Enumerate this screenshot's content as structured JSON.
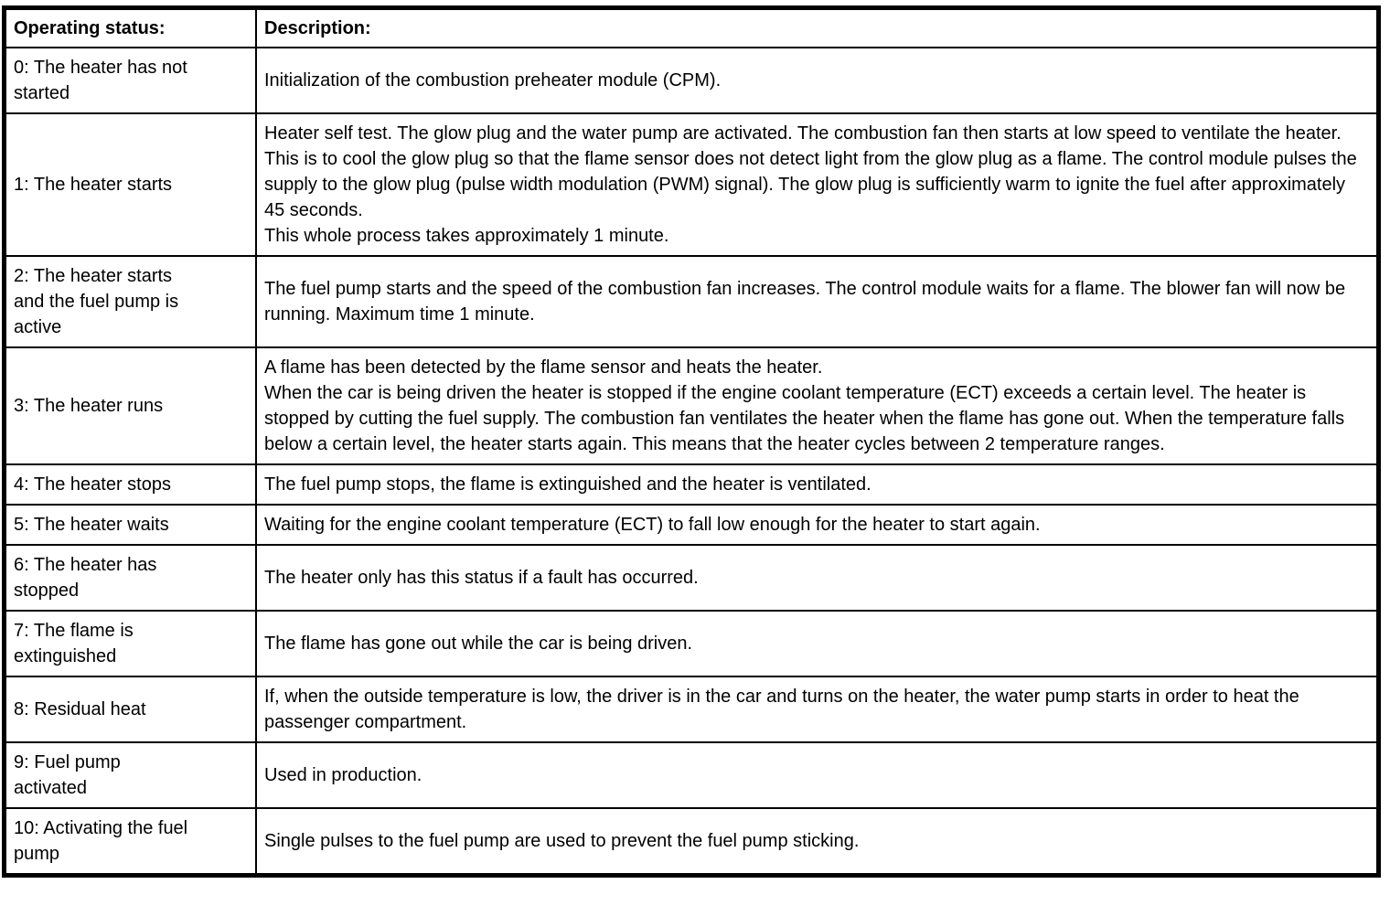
{
  "table": {
    "headers": {
      "status": "Operating status:",
      "description": "Description:"
    },
    "rows": [
      {
        "status": "0: The heater has not\nstarted",
        "description": "Initialization of the combustion preheater module (CPM)."
      },
      {
        "status": "1: The heater starts",
        "description": "Heater self test. The glow plug and the water pump are activated. The combustion fan then starts at low speed to ventilate the heater. This is to cool the glow plug so that the flame sensor does not detect light from the glow plug as a flame. The control module pulses the supply to the glow plug (pulse width modulation (PWM) signal). The glow plug is sufficiently warm to ignite the fuel after approximately 45 seconds.\nThis whole process takes approximately 1 minute."
      },
      {
        "status": "2: The heater starts\nand the fuel pump is\nactive",
        "description": "The fuel pump starts and the speed of the combustion fan increases. The control module waits for a flame. The blower fan will now be running. Maximum time 1 minute."
      },
      {
        "status": "3: The heater runs",
        "description": "A flame has been detected by the flame sensor and heats the heater.\nWhen the car is being driven the heater is stopped if the engine coolant temperature (ECT) exceeds a certain level. The heater is stopped by cutting the fuel supply. The combustion fan ventilates the heater when the flame has gone out. When the temperature falls below a certain level, the heater starts again. This means that the heater cycles between 2 temperature ranges."
      },
      {
        "status": "4: The heater stops",
        "description": "The fuel pump stops, the flame is extinguished and the heater is ventilated."
      },
      {
        "status": "5: The heater waits",
        "description": "Waiting for the engine coolant temperature (ECT) to fall low enough for the heater to start again."
      },
      {
        "status": "6: The heater has\nstopped",
        "description": "The heater only has this status if a fault has occurred."
      },
      {
        "status": "7: The flame is\nextinguished",
        "description": "The flame has gone out while the car is being driven."
      },
      {
        "status": "8: Residual heat",
        "description": "If, when the outside temperature is low, the driver is in the car and turns on the heater, the water pump starts in order to heat the passenger compartment."
      },
      {
        "status": "9: Fuel pump\nactivated",
        "description": "Used in production."
      },
      {
        "status": "10: Activating the fuel\npump",
        "description": "Single pulses to the fuel pump are used to prevent the fuel pump sticking."
      }
    ]
  },
  "colors": {
    "border": "#000000",
    "text": "#000000",
    "background": "#ffffff"
  }
}
